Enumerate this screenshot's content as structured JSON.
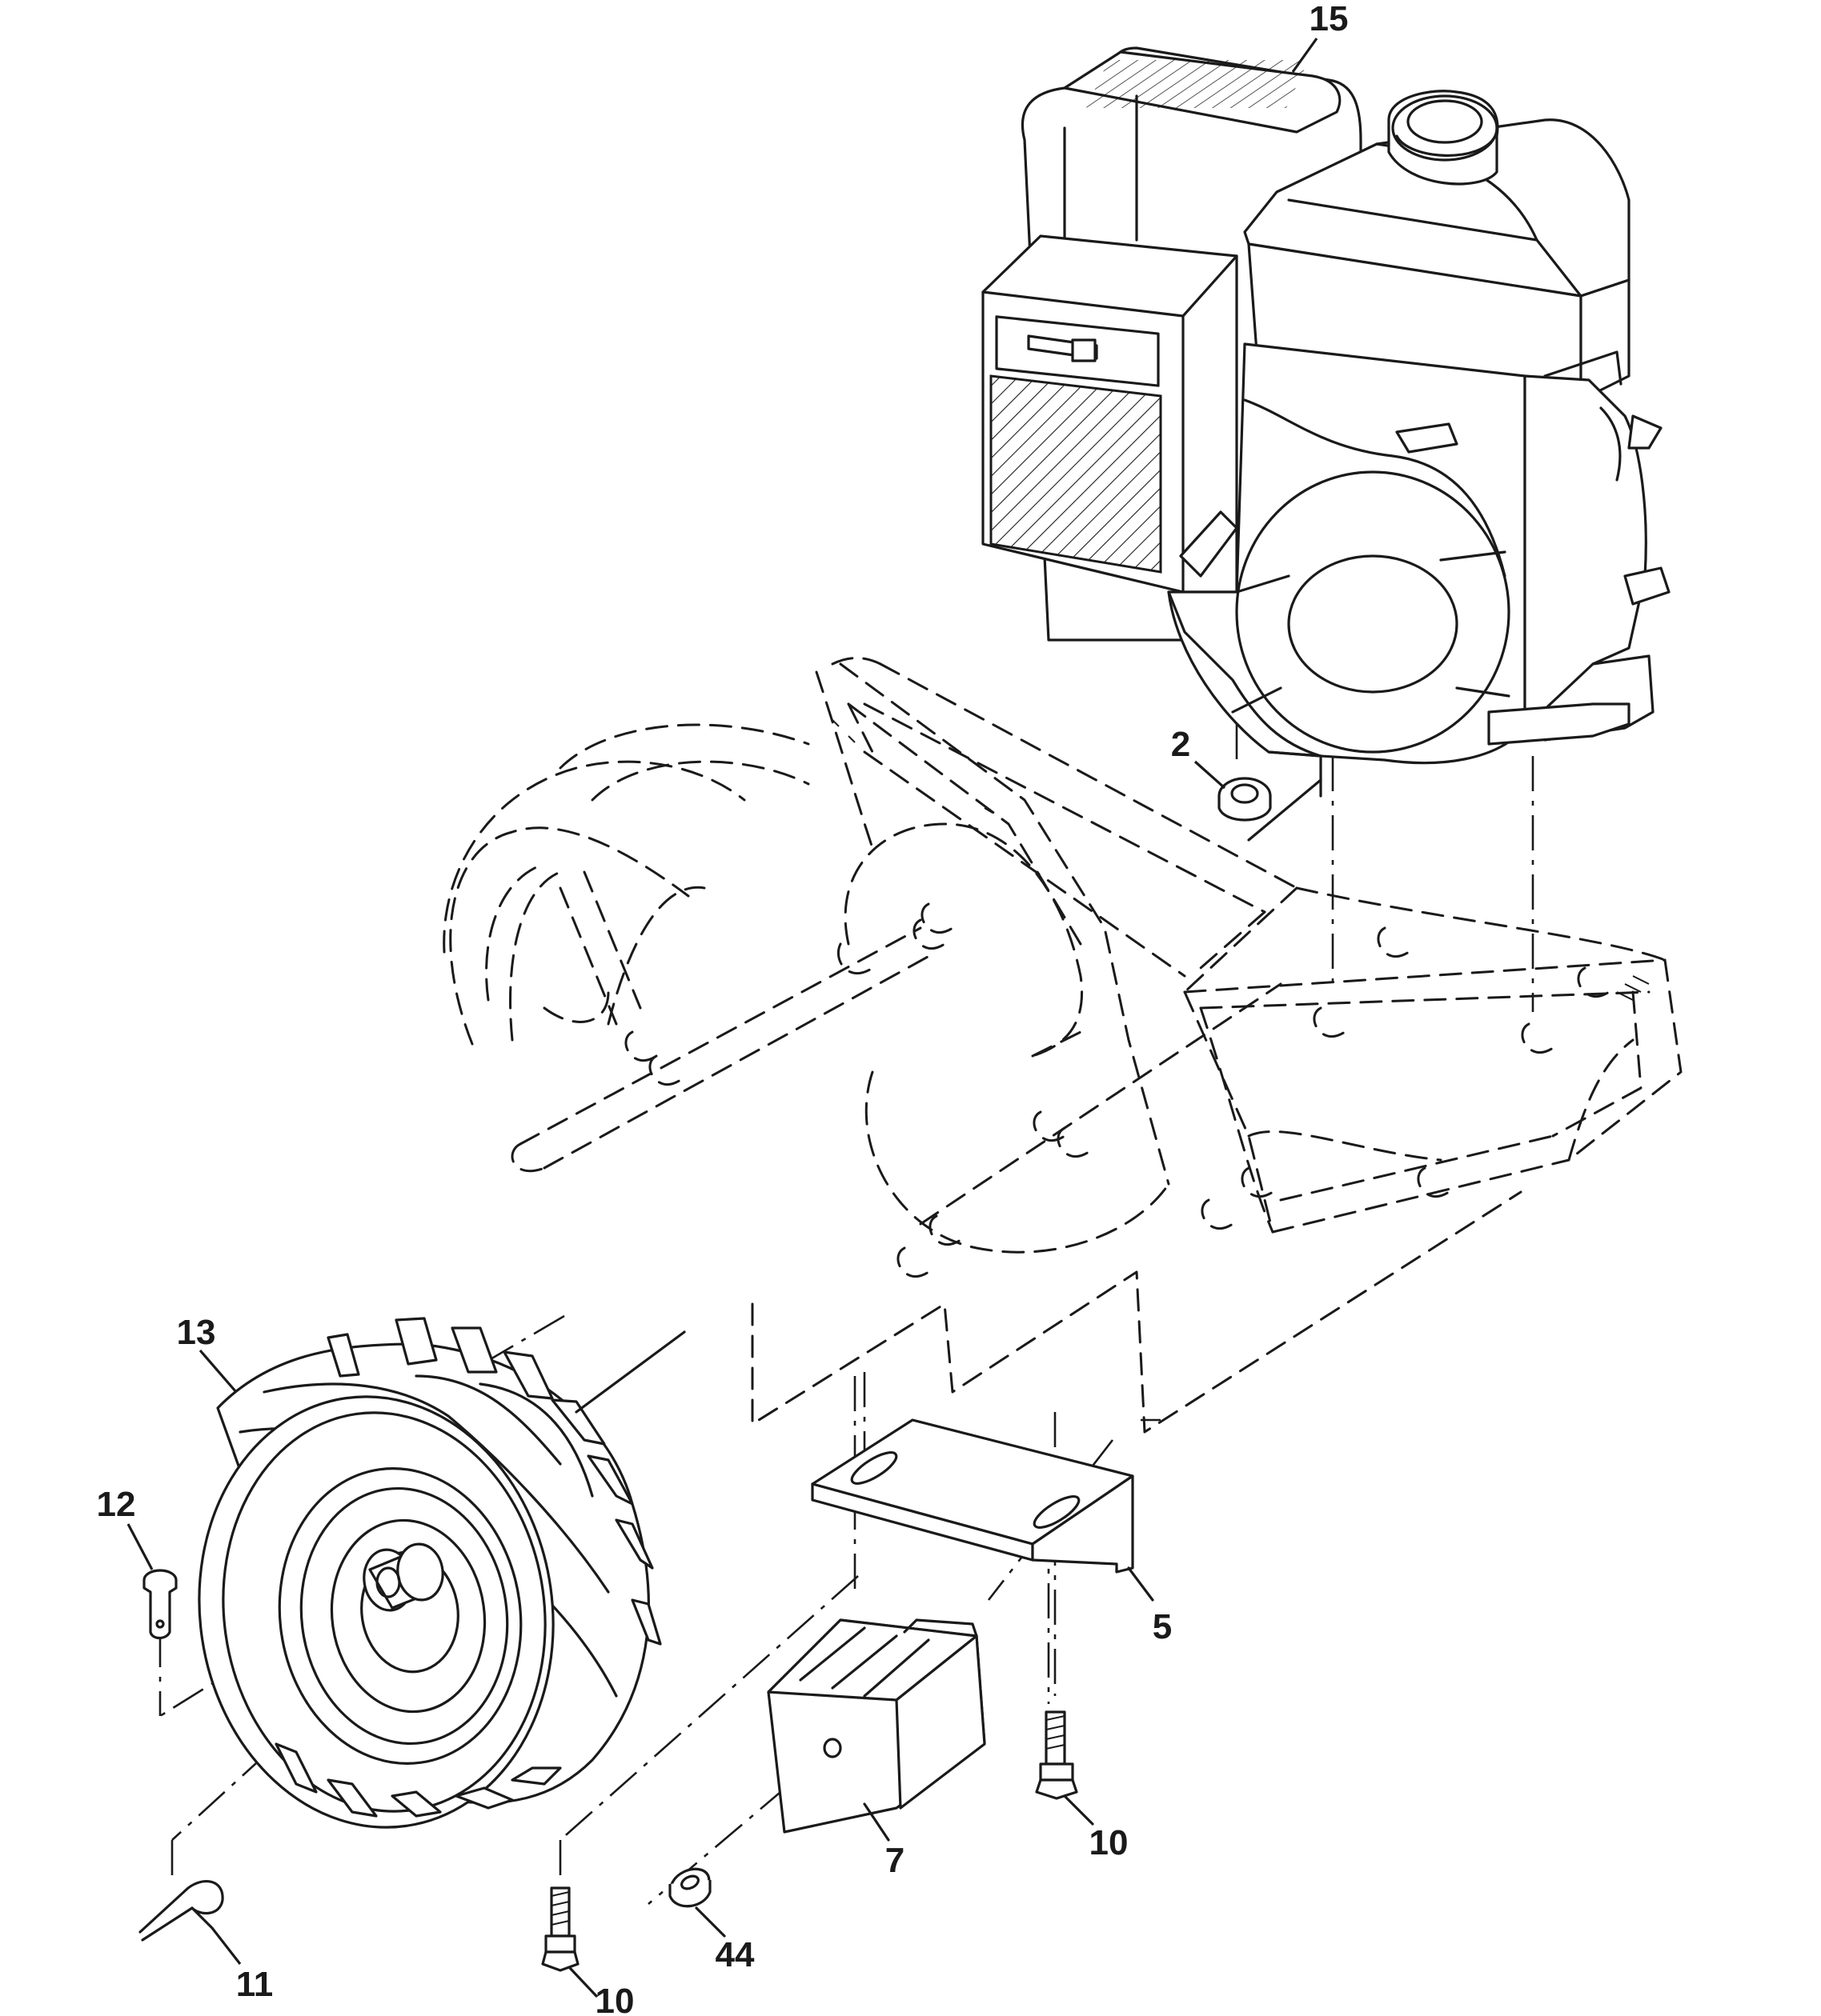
{
  "diagram": {
    "callouts": [
      {
        "id": "engine",
        "label": "15"
      },
      {
        "id": "nut",
        "label": "2"
      },
      {
        "id": "tire",
        "label": "13"
      },
      {
        "id": "clevis-pin",
        "label": "12"
      },
      {
        "id": "bracket",
        "label": "5"
      },
      {
        "id": "bolt-right",
        "label": "10"
      },
      {
        "id": "weight-block",
        "label": "7"
      },
      {
        "id": "hairpin-clip",
        "label": "11"
      },
      {
        "id": "washer",
        "label": "44"
      },
      {
        "id": "bolt-left",
        "label": "10"
      }
    ]
  }
}
